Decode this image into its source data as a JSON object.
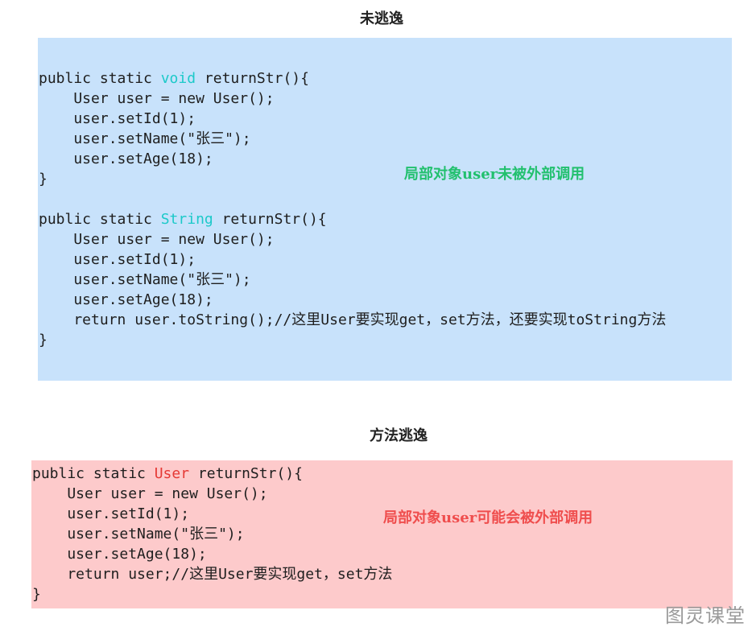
{
  "top_section": {
    "heading": "未逃逸",
    "annotation": "局部对象user未被外部调用",
    "block1": {
      "sig_prefix": "public static ",
      "return_type": "void",
      "sig_suffix": " returnStr(){",
      "lines": [
        "    User user = new User();",
        "    user.setId(1);",
        "    user.setName(\"张三\");",
        "    user.setAge(18);"
      ],
      "close": "}"
    },
    "block2": {
      "sig_prefix": "public static ",
      "return_type": "String",
      "sig_suffix": " returnStr(){",
      "lines": [
        "    User user = new User();",
        "    user.setId(1);",
        "    user.setName(\"张三\");",
        "    user.setAge(18);",
        "    return user.toString();//这里User要实现get，set方法，还要实现toString方法"
      ],
      "close": "}"
    }
  },
  "bottom_section": {
    "heading": "方法逃逸",
    "annotation": "局部对象user可能会被外部调用",
    "block": {
      "sig_prefix": "public static ",
      "return_type": "User",
      "sig_suffix": " returnStr(){",
      "lines": [
        "    User user = new User();",
        "    user.setId(1);",
        "    user.setName(\"张三\");",
        "    user.setAge(18);",
        "    return user;//这里User要实现get，set方法"
      ],
      "close": "}"
    }
  },
  "watermark": "图灵课堂",
  "colors": {
    "top_box_bg": "#c8e2fb",
    "bottom_box_bg": "#fdcacb",
    "keyword_cyan": "#1cc9c9",
    "keyword_red": "#e53935",
    "annotation_green": "#22c06e",
    "annotation_red": "#ef4d4d"
  }
}
